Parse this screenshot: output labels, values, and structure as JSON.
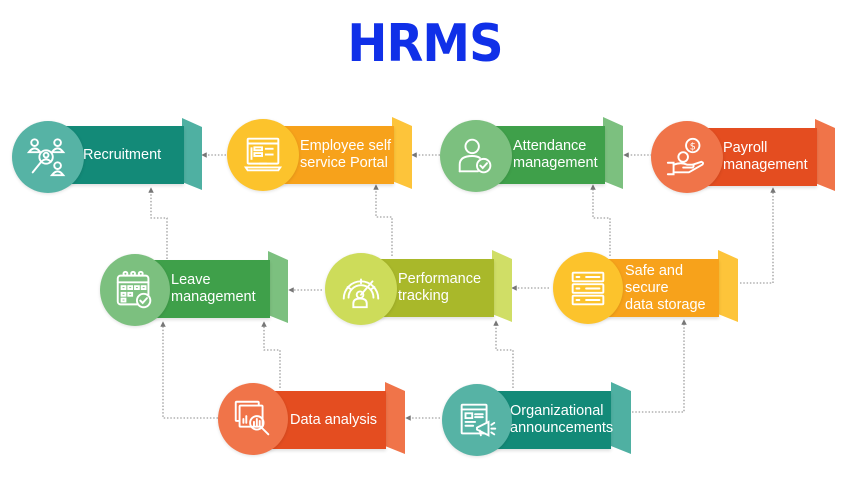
{
  "title": "HRMS",
  "colors": {
    "title": "#1030e8",
    "teal_body": "#138a78",
    "teal_circle": "#56b3a5",
    "teal_flap": "#4fb0a2",
    "orange_body": "#f7a21b",
    "orange_circle": "#fcc32c",
    "orange_flap": "#fdc43a",
    "green_body": "#3fa04a",
    "green_circle": "#7cc07f",
    "green_flap": "#7cc07f",
    "red_body": "#e44d20",
    "red_circle": "#f07449",
    "red_flap": "#f07449",
    "olive_body": "#a9b82a",
    "olive_circle": "#cddc5a",
    "olive_flap": "#d0de66",
    "connector": "#8a8a8a"
  },
  "nodes": [
    {
      "id": "recruitment",
      "label_line1": "Recruitment",
      "label_line2": "",
      "icon": "recruitment-search-people-icon",
      "color": "teal"
    },
    {
      "id": "employee-self-service-portal",
      "label_line1": "Employee self",
      "label_line2": "service Portal",
      "icon": "portal-screen-icon",
      "color": "orange"
    },
    {
      "id": "attendance-management",
      "label_line1": "Attendance",
      "label_line2": "management",
      "icon": "user-check-icon",
      "color": "green"
    },
    {
      "id": "payroll-management",
      "label_line1": "Payroll",
      "label_line2": "management",
      "icon": "hand-coins-icon",
      "color": "red"
    },
    {
      "id": "leave-management",
      "label_line1": "Leave",
      "label_line2": "management",
      "icon": "calendar-check-icon",
      "color": "green"
    },
    {
      "id": "performance-tracking",
      "label_line1": "Performance",
      "label_line2": "tracking",
      "icon": "gauge-person-icon",
      "color": "olive"
    },
    {
      "id": "safe-and-secure-data-storage",
      "label_line1": "Safe and secure",
      "label_line2": "data storage",
      "icon": "server-stack-icon",
      "color": "orange"
    },
    {
      "id": "data-analysis",
      "label_line1": "Data analysis",
      "label_line2": "",
      "icon": "chart-magnifier-icon",
      "color": "red"
    },
    {
      "id": "organizational-announcements",
      "label_line1": "Organizational",
      "label_line2": "announcements",
      "icon": "document-megaphone-icon",
      "color": "teal"
    }
  ],
  "connections": [
    {
      "from": "employee-self-service-portal",
      "to": "recruitment"
    },
    {
      "from": "attendance-management",
      "to": "employee-self-service-portal"
    },
    {
      "from": "payroll-management",
      "to": "attendance-management"
    },
    {
      "from": "leave-management",
      "to": "recruitment"
    },
    {
      "from": "performance-tracking",
      "to": "employee-self-service-portal"
    },
    {
      "from": "performance-tracking",
      "to": "leave-management"
    },
    {
      "from": "safe-and-secure-data-storage",
      "to": "performance-tracking"
    },
    {
      "from": "safe-and-secure-data-storage",
      "to": "attendance-management"
    },
    {
      "from": "safe-and-secure-data-storage",
      "to": "payroll-management"
    },
    {
      "from": "data-analysis",
      "to": "leave-management"
    },
    {
      "from": "data-analysis",
      "to": "leave-management"
    },
    {
      "from": "organizational-announcements",
      "to": "data-analysis"
    },
    {
      "from": "organizational-announcements",
      "to": "performance-tracking"
    },
    {
      "from": "organizational-announcements",
      "to": "safe-and-secure-data-storage"
    }
  ]
}
